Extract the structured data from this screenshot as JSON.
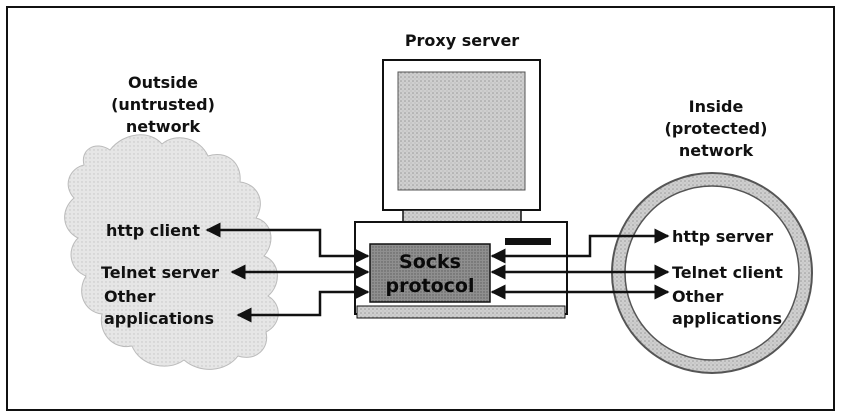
{
  "proxy": {
    "title": "Proxy server",
    "socks_line1": "Socks",
    "socks_line2": "protocol"
  },
  "outside": {
    "title_line1": "Outside",
    "title_line2": "(untrusted)",
    "title_line3": "network",
    "items": [
      "http client",
      "Telnet server",
      "Other",
      "applications"
    ]
  },
  "inside": {
    "title_line1": "Inside",
    "title_line2": "(protected)",
    "title_line3": "network",
    "items": [
      "http server",
      "Telnet client",
      "Other",
      "applications"
    ]
  }
}
